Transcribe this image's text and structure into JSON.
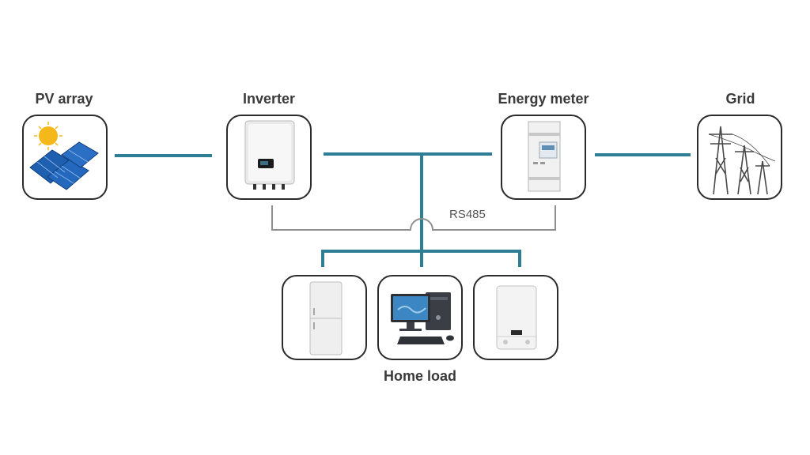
{
  "nodes": {
    "pv_array": {
      "label": "PV array",
      "icon": "solar-panel-icon"
    },
    "inverter": {
      "label": "Inverter",
      "icon": "inverter-icon"
    },
    "energy_meter": {
      "label": "Energy meter",
      "icon": "energy-meter-icon"
    },
    "grid": {
      "label": "Grid",
      "icon": "power-pylon-icon"
    }
  },
  "home_load": {
    "label": "Home load",
    "devices": [
      {
        "icon": "refrigerator-icon"
      },
      {
        "icon": "computer-icon"
      },
      {
        "icon": "water-heater-icon"
      }
    ]
  },
  "comm_link": {
    "label": "RS485"
  },
  "colors": {
    "power_line": "#2e7f95",
    "comm_line": "#8f8f8f",
    "box_border": "#2b2b2b",
    "label_text": "#3a3a3a"
  }
}
